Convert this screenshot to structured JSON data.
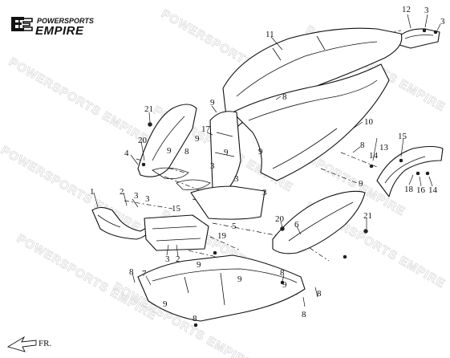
{
  "brand": {
    "logo_line1": "POWERSPORTS",
    "logo_line2": "EMPIRE",
    "watermark": "POWERSPORTS EMPIRE"
  },
  "direction": {
    "label": "FR."
  },
  "callouts": [
    {
      "id": "c-12",
      "label": "12"
    },
    {
      "id": "c-3a",
      "label": "3"
    },
    {
      "id": "c-3b",
      "label": "3"
    },
    {
      "id": "c-11",
      "label": "11"
    },
    {
      "id": "c-21a",
      "label": "21"
    },
    {
      "id": "c-9a",
      "label": "9"
    },
    {
      "id": "c-8a",
      "label": "8"
    },
    {
      "id": "c-17",
      "label": "17"
    },
    {
      "id": "c-9b",
      "label": "9"
    },
    {
      "id": "c-10",
      "label": "10"
    },
    {
      "id": "c-20a",
      "label": "20"
    },
    {
      "id": "c-4",
      "label": "4"
    },
    {
      "id": "c-9c",
      "label": "9"
    },
    {
      "id": "c-8b",
      "label": "8"
    },
    {
      "id": "c-9d",
      "label": "9"
    },
    {
      "id": "c-9e",
      "label": "9"
    },
    {
      "id": "c-8c",
      "label": "8"
    },
    {
      "id": "c-3c",
      "label": "3"
    },
    {
      "id": "c-15a",
      "label": "15"
    },
    {
      "id": "c-13",
      "label": "13"
    },
    {
      "id": "c-14a",
      "label": "14"
    },
    {
      "id": "c-3d",
      "label": "3"
    },
    {
      "id": "c-3e",
      "label": "3"
    },
    {
      "id": "c-9f",
      "label": "9"
    },
    {
      "id": "c-1",
      "label": "1"
    },
    {
      "id": "c-2a",
      "label": "2"
    },
    {
      "id": "c-3f",
      "label": "3"
    },
    {
      "id": "c-3g",
      "label": "3"
    },
    {
      "id": "c-18",
      "label": "18"
    },
    {
      "id": "c-16",
      "label": "16"
    },
    {
      "id": "c-14b",
      "label": "14"
    },
    {
      "id": "c-15b",
      "label": "15"
    },
    {
      "id": "c-5",
      "label": "5"
    },
    {
      "id": "c-20b",
      "label": "20"
    },
    {
      "id": "c-6",
      "label": "6"
    },
    {
      "id": "c-21b",
      "label": "21"
    },
    {
      "id": "c-19",
      "label": "19"
    },
    {
      "id": "c-3h",
      "label": "3"
    },
    {
      "id": "c-2b",
      "label": "2"
    },
    {
      "id": "c-9g",
      "label": "9"
    },
    {
      "id": "c-8d",
      "label": "8"
    },
    {
      "id": "c-7",
      "label": "7"
    },
    {
      "id": "c-9h",
      "label": "9"
    },
    {
      "id": "c-8e",
      "label": "8"
    },
    {
      "id": "c-9i",
      "label": "9"
    },
    {
      "id": "c-9j",
      "label": "9"
    },
    {
      "id": "c-8f",
      "label": "8"
    },
    {
      "id": "c-8g",
      "label": "8"
    },
    {
      "id": "c-8h",
      "label": "8"
    }
  ]
}
